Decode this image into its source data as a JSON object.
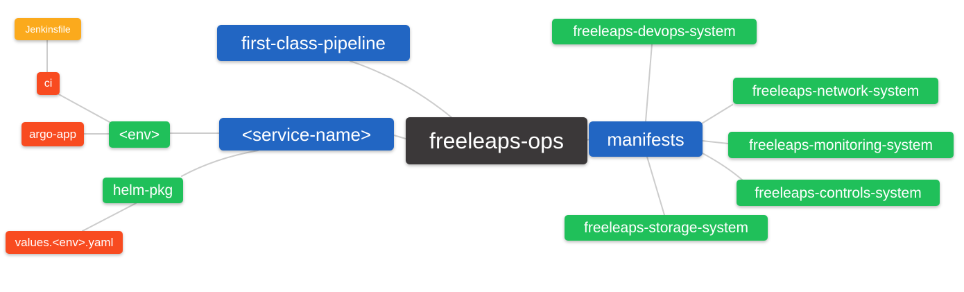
{
  "diagram": {
    "type": "mindmap",
    "root_id": "freeleaps_ops"
  },
  "nodes": {
    "freeleaps_ops": {
      "label": "freeleaps-ops",
      "role": "root"
    },
    "first_class_pipeline": {
      "label": "first-class-pipeline",
      "role": "branch"
    },
    "service_name": {
      "label": "<service-name>",
      "role": "branch"
    },
    "manifests": {
      "label": "manifests",
      "role": "branch"
    },
    "env": {
      "label": "<env>",
      "role": "sub-branch"
    },
    "helm_pkg": {
      "label": "helm-pkg",
      "role": "sub-branch"
    },
    "ci": {
      "label": "ci",
      "role": "leaf"
    },
    "argo_app": {
      "label": "argo-app",
      "role": "leaf"
    },
    "jenkinsfile": {
      "label": "Jenkinsfile",
      "role": "leaf"
    },
    "values_env_yaml": {
      "label": "values.<env>.yaml",
      "role": "leaf"
    },
    "devops_system": {
      "label": "freeleaps-devops-system",
      "role": "sub-branch"
    },
    "network_system": {
      "label": "freeleaps-network-system",
      "role": "sub-branch"
    },
    "monitoring_system": {
      "label": "freeleaps-monitoring-system",
      "role": "sub-branch"
    },
    "controls_system": {
      "label": "freeleaps-controls-system",
      "role": "sub-branch"
    },
    "storage_system": {
      "label": "freeleaps-storage-system",
      "role": "sub-branch"
    }
  },
  "edges": [
    {
      "from": "freeleaps_ops",
      "to": "first_class_pipeline"
    },
    {
      "from": "freeleaps_ops",
      "to": "service_name"
    },
    {
      "from": "freeleaps_ops",
      "to": "manifests"
    },
    {
      "from": "service_name",
      "to": "env"
    },
    {
      "from": "service_name",
      "to": "helm_pkg"
    },
    {
      "from": "env",
      "to": "ci"
    },
    {
      "from": "env",
      "to": "argo_app"
    },
    {
      "from": "ci",
      "to": "jenkinsfile"
    },
    {
      "from": "helm_pkg",
      "to": "values_env_yaml"
    },
    {
      "from": "manifests",
      "to": "devops_system"
    },
    {
      "from": "manifests",
      "to": "network_system"
    },
    {
      "from": "manifests",
      "to": "monitoring_system"
    },
    {
      "from": "manifests",
      "to": "controls_system"
    },
    {
      "from": "manifests",
      "to": "storage_system"
    }
  ],
  "colors": {
    "root_node": "#3b3839",
    "branch_node": "#2266c3",
    "leaf_green": "#20c05a",
    "leaf_red": "#f84b20",
    "leaf_orange": "#fbaa1d",
    "connector": "#cccccc",
    "node_text": "#ffffff",
    "canvas": "#ffffff"
  }
}
